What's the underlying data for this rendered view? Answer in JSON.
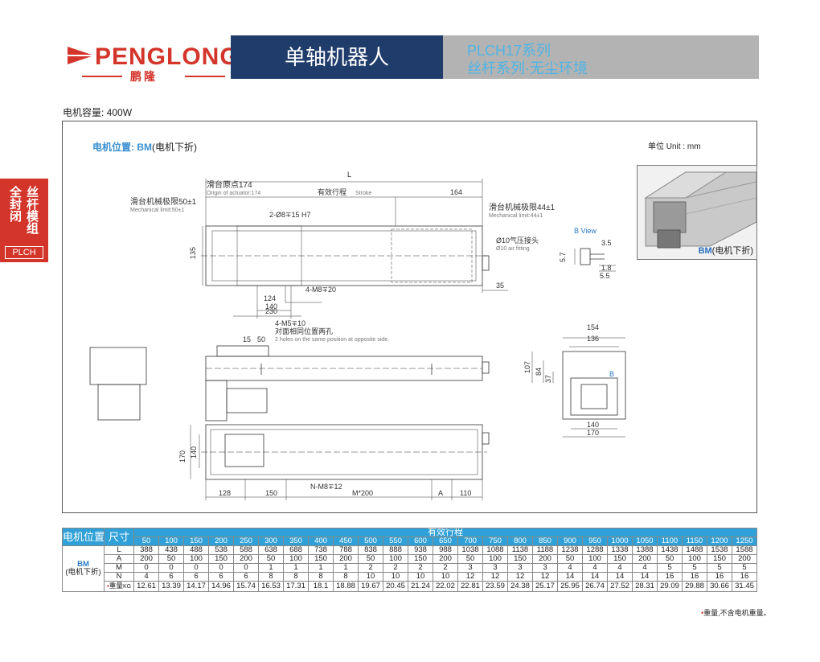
{
  "header": {
    "logo_word": "PENGLONG",
    "logo_cn": "鹏隆",
    "title": "单轴机器人",
    "series_line1": "PLCH17系列",
    "series_line2": "丝杆系列·无尘环境"
  },
  "side_tab": {
    "col1": "丝杆模组",
    "col2": "全封闭",
    "badge": "PLCH"
  },
  "motor_caption": "电机容量: 400W",
  "drawing": {
    "position_label": "电机位置:",
    "position_value": "BM",
    "position_paren": "(电机下折)",
    "unit": "单位 Unit : mm",
    "photo_label_bold": "BM",
    "photo_label_rest": "(电机下折)",
    "dims": {
      "L": "L",
      "origin_cn": "滑台原点174",
      "origin_en": "Origin of actuator:174",
      "stroke_cn": "有效行程",
      "stroke_en": "Stroke",
      "d164": "164",
      "mech_left_cn": "滑台机械极限50±1",
      "mech_left_en": "Mechanical limit:50±1",
      "mech_right_cn": "滑台机械极限44±1",
      "mech_right_en": "Mechanical limit:44±1",
      "hole1": "2-Ø8∓15 H7",
      "h135": "135",
      "air_cn": "Ø10气压接头",
      "air_en": "Ø10 air fitting",
      "bview": "B View",
      "d35": "3.5",
      "d57": "5.7",
      "d18": "1.8",
      "d55": "5.5",
      "hole2": "4-M8∓20",
      "d124": "124",
      "d140": "140",
      "d230": "230",
      "d35b": "35",
      "hole3": "4-M5∓10",
      "hole3_cn": "对面相同位置两孔",
      "hole3_en": "2 holes on the same position at opposite side.",
      "d15": "15",
      "d50": "50",
      "d154": "154",
      "d136": "136",
      "d107": "107",
      "d84": "84",
      "d37": "37",
      "bmark": "B",
      "d140b": "140",
      "d170b": "170",
      "d170": "170",
      "d140c": "140",
      "hole4": "N-M8∓12",
      "d128": "128",
      "d150": "150",
      "m200": "M*200",
      "A": "A",
      "d110": "110"
    }
  },
  "table": {
    "col_pos": "电机位置",
    "col_size": "尺寸",
    "stroke_header": "有效行程",
    "model": "BM",
    "model_paren": "(电机下折)",
    "weight_label": "重量",
    "weight_unit": "KG",
    "strokes": [
      "50",
      "100",
      "150",
      "200",
      "250",
      "300",
      "350",
      "400",
      "450",
      "500",
      "550",
      "600",
      "650",
      "700",
      "750",
      "800",
      "850",
      "900",
      "950",
      "1000",
      "1050",
      "1100",
      "1150",
      "1200",
      "1250"
    ],
    "rows": [
      {
        "label": "L",
        "values": [
          "388",
          "438",
          "488",
          "538",
          "588",
          "638",
          "688",
          "738",
          "788",
          "838",
          "888",
          "938",
          "988",
          "1038",
          "1088",
          "1138",
          "1188",
          "1238",
          "1288",
          "1338",
          "1388",
          "1438",
          "1488",
          "1538",
          "1588"
        ]
      },
      {
        "label": "A",
        "values": [
          "200",
          "50",
          "100",
          "150",
          "200",
          "50",
          "100",
          "150",
          "200",
          "50",
          "100",
          "150",
          "200",
          "50",
          "100",
          "150",
          "200",
          "50",
          "100",
          "150",
          "200",
          "50",
          "100",
          "150",
          "200"
        ]
      },
      {
        "label": "M",
        "values": [
          "0",
          "0",
          "0",
          "0",
          "0",
          "1",
          "1",
          "1",
          "1",
          "2",
          "2",
          "2",
          "2",
          "3",
          "3",
          "3",
          "3",
          "4",
          "4",
          "4",
          "4",
          "5",
          "5",
          "5",
          "5"
        ]
      },
      {
        "label": "N",
        "values": [
          "4",
          "6",
          "6",
          "6",
          "6",
          "8",
          "8",
          "8",
          "8",
          "10",
          "10",
          "10",
          "10",
          "12",
          "12",
          "12",
          "12",
          "14",
          "14",
          "14",
          "14",
          "16",
          "16",
          "16",
          "16"
        ]
      }
    ],
    "weights": [
      "12.61",
      "13.39",
      "14.17",
      "14.96",
      "15.74",
      "16.53",
      "17.31",
      "18.1",
      "18.88",
      "19.67",
      "20.45",
      "21.24",
      "22.02",
      "22.81",
      "23.59",
      "24.38",
      "25.17",
      "25.95",
      "26.74",
      "27.52",
      "28.31",
      "29.09",
      "29.88",
      "30.66",
      "31.45"
    ]
  },
  "footnote": "重量,不含电机重量。"
}
